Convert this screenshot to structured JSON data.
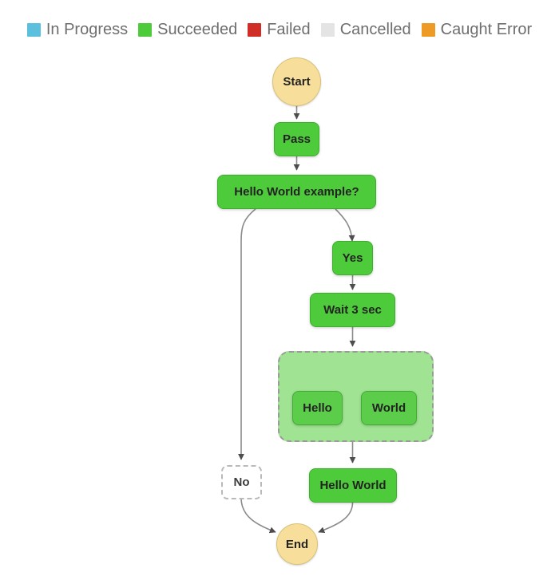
{
  "legend": {
    "items": [
      {
        "label": "In Progress",
        "color": "#5bc0de",
        "icon": "status-swatch"
      },
      {
        "label": "Succeeded",
        "color": "#4ecb3b",
        "icon": "status-swatch"
      },
      {
        "label": "Failed",
        "color": "#d02d27",
        "icon": "status-swatch"
      },
      {
        "label": "Cancelled",
        "color": "#e4e4e4",
        "icon": "status-swatch"
      },
      {
        "label": "Caught Error",
        "color": "#ee9b26",
        "icon": "status-swatch"
      }
    ]
  },
  "graph": {
    "nodes": [
      {
        "id": "start",
        "label": "Start",
        "state": "Caught Error",
        "shape": "circle"
      },
      {
        "id": "pass",
        "label": "Pass",
        "state": "Succeeded",
        "shape": "rounded-rect"
      },
      {
        "id": "choice",
        "label": "Hello World example?",
        "state": "Succeeded",
        "shape": "rounded-rect"
      },
      {
        "id": "yes",
        "label": "Yes",
        "state": "Succeeded",
        "shape": "rounded-rect"
      },
      {
        "id": "wait",
        "label": "Wait 3 sec",
        "state": "Succeeded",
        "shape": "rounded-rect"
      },
      {
        "id": "parallel",
        "label": "",
        "state": "Succeeded",
        "shape": "group"
      },
      {
        "id": "hello",
        "label": "Hello",
        "state": "Succeeded",
        "shape": "rounded-rect"
      },
      {
        "id": "world",
        "label": "World",
        "state": "Succeeded",
        "shape": "rounded-rect"
      },
      {
        "id": "no",
        "label": "No",
        "state": "Cancelled",
        "shape": "rounded-rect"
      },
      {
        "id": "hello-world",
        "label": "Hello World",
        "state": "Succeeded",
        "shape": "rounded-rect"
      },
      {
        "id": "end",
        "label": "End",
        "state": "Caught Error",
        "shape": "circle"
      }
    ],
    "edges": [
      {
        "from": "start",
        "to": "pass"
      },
      {
        "from": "pass",
        "to": "choice"
      },
      {
        "from": "choice",
        "to": "no"
      },
      {
        "from": "choice",
        "to": "yes"
      },
      {
        "from": "yes",
        "to": "wait"
      },
      {
        "from": "wait",
        "to": "parallel"
      },
      {
        "from": "parallel",
        "to": "hello"
      },
      {
        "from": "parallel",
        "to": "world"
      },
      {
        "from": "parallel",
        "to": "hello-world"
      },
      {
        "from": "no",
        "to": "end"
      },
      {
        "from": "hello-world",
        "to": "end"
      }
    ]
  }
}
